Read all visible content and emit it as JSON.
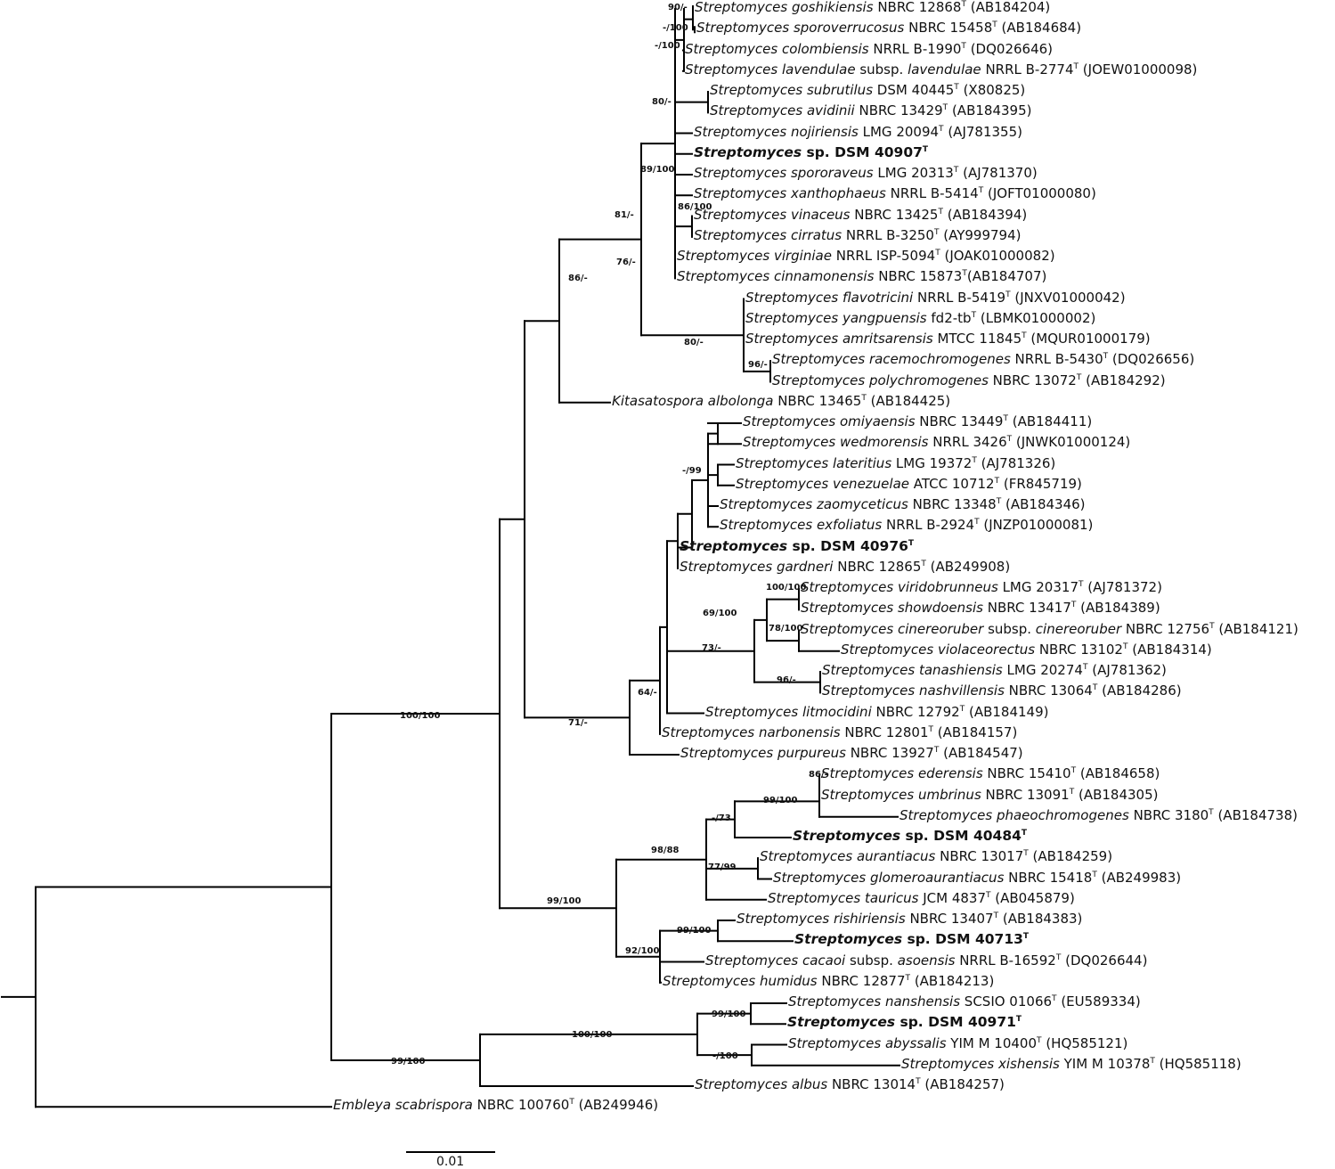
{
  "leaves": [
    {
      "genus": "Streptomyces",
      "epithet": "goshikiensis",
      "rest": "NBRC 12868",
      "acc": "(AB184204)"
    },
    {
      "genus": "Streptomyces",
      "epithet": "sporoverrucosus",
      "rest": "NBRC 15458",
      "acc": "(AB184684)"
    },
    {
      "genus": "Streptomyces",
      "epithet": "colombiensis",
      "rest": "NRRL B-1990",
      "acc": "(DQ026646)"
    },
    {
      "genus": "Streptomyces",
      "epithet": "lavendulae",
      "mid": "subsp.",
      "epithet2": "lavendulae",
      "rest": "NRRL B-2774",
      "acc": "(JOEW01000098)"
    },
    {
      "genus": "Streptomyces",
      "epithet": "subrutilus",
      "rest": "DSM 40445",
      "acc": "(X80825)"
    },
    {
      "genus": "Streptomyces",
      "epithet": "avidinii",
      "rest": "NBRC 13429",
      "acc": "(AB184395)"
    },
    {
      "genus": "Streptomyces",
      "epithet": "nojiriensis",
      "rest": "LMG 20094",
      "acc": "(AJ781355)"
    },
    {
      "genus": "Streptomyces",
      "epithet": "sp.",
      "rest": "DSM 40907",
      "acc": "",
      "bold": true
    },
    {
      "genus": "Streptomyces",
      "epithet": "spororaveus",
      "rest": "LMG 20313",
      "acc": "(AJ781370)"
    },
    {
      "genus": "Streptomyces",
      "epithet": "xanthophaeus",
      "rest": "NRRL B-5414",
      "acc": "(JOFT01000080)"
    },
    {
      "genus": "Streptomyces",
      "epithet": "vinaceus",
      "rest": "NBRC 13425",
      "acc": "(AB184394)"
    },
    {
      "genus": "Streptomyces",
      "epithet": "cirratus",
      "rest": "NRRL B-3250",
      "acc": "(AY999794)"
    },
    {
      "genus": "Streptomyces",
      "epithet": "virginiae",
      "rest": "NRRL ISP-5094",
      "acc": "(JOAK01000082)"
    },
    {
      "genus": "Streptomyces",
      "epithet": "cinnamonensis",
      "rest": "NBRC 15873",
      "acc": "(AB184707)",
      "nospace": true
    },
    {
      "genus": "Streptomyces",
      "epithet": "flavotricini",
      "rest": "NRRL B-5419",
      "acc": "(JNXV01000042)"
    },
    {
      "genus": "Streptomyces",
      "epithet": "yangpuensis",
      "rest": "fd2-tb",
      "acc": "(LBMK01000002)"
    },
    {
      "genus": "Streptomyces",
      "epithet": "amritsarensis",
      "rest": "MTCC 11845",
      "acc": "(MQUR01000179)"
    },
    {
      "genus": "Streptomyces",
      "epithet": "racemochromogenes",
      "rest": "NRRL B-5430",
      "acc": "(DQ026656)"
    },
    {
      "genus": "Streptomyces",
      "epithet": "polychromogenes",
      "rest": "NBRC 13072",
      "acc": "(AB184292)"
    },
    {
      "genus": "Kitasatospora",
      "epithet": "albolonga",
      "rest": "NBRC 13465",
      "acc": "(AB184425)"
    },
    {
      "genus": "Streptomyces",
      "epithet": "omiyaensis",
      "rest": "NBRC 13449",
      "acc": "(AB184411)"
    },
    {
      "genus": "Streptomyces",
      "epithet": "wedmorensis",
      "rest": "NRRL 3426",
      "acc": "(JNWK01000124)"
    },
    {
      "genus": "Streptomyces",
      "epithet": "lateritius",
      "rest": "LMG 19372",
      "acc": "(AJ781326)"
    },
    {
      "genus": "Streptomyces",
      "epithet": "venezuelae",
      "rest": "ATCC 10712",
      "acc": "(FR845719)"
    },
    {
      "genus": "Streptomyces",
      "epithet": "zaomyceticus",
      "rest": "NBRC 13348",
      "acc": "(AB184346)"
    },
    {
      "genus": "Streptomyces",
      "epithet": "exfoliatus",
      "rest": "NRRL B-2924",
      "acc": "(JNZP01000081)"
    },
    {
      "genus": "Streptomyces",
      "epithet": "sp.",
      "rest": "DSM 40976",
      "acc": "",
      "bold": true
    },
    {
      "genus": "Streptomyces",
      "epithet": "gardneri",
      "rest": "NBRC 12865",
      "acc": "(AB249908)"
    },
    {
      "genus": "Streptomyces",
      "epithet": "viridobrunneus",
      "rest": "LMG 20317",
      "acc": "(AJ781372)"
    },
    {
      "genus": "Streptomyces",
      "epithet": "showdoensis",
      "rest": "NBRC 13417",
      "acc": "(AB184389)"
    },
    {
      "genus": "Streptomyces",
      "epithet": "cinereoruber",
      "mid": "subsp.",
      "epithet2": "cinereoruber",
      "rest": " NBRC 12756",
      "acc": "(AB184121)"
    },
    {
      "genus": "Streptomyces",
      "epithet": "violaceorectus",
      "rest": "NBRC 13102",
      "acc": "(AB184314)"
    },
    {
      "genus": "Streptomyces",
      "epithet": "tanashiensis",
      "rest": "LMG 20274",
      "acc": "(AJ781362)"
    },
    {
      "genus": "Streptomyces",
      "epithet": "nashvillensis",
      "rest": "NBRC 13064",
      "acc": "(AB184286)"
    },
    {
      "genus": "Streptomyces",
      "epithet": "litmocidini",
      "rest": "NBRC 12792",
      "acc": "(AB184149)"
    },
    {
      "genus": "Streptomyces",
      "epithet": "narbonensis",
      "rest": "NBRC 12801",
      "acc": "(AB184157)"
    },
    {
      "genus": "Streptomyces",
      "epithet": "purpureus",
      "rest": "NBRC 13927",
      "acc": "(AB184547)"
    },
    {
      "genus": "Streptomyces",
      "epithet": "ederensis",
      "rest": "NBRC 15410",
      "acc": "(AB184658)"
    },
    {
      "genus": "Streptomyces",
      "epithet": "umbrinus",
      "rest": "NBRC 13091",
      "acc": "(AB184305)"
    },
    {
      "genus": "Streptomyces",
      "epithet": "phaeochromogenes",
      "rest": "NBRC 3180",
      "acc": "(AB184738)"
    },
    {
      "genus": "Streptomyces",
      "epithet": "sp.",
      "rest": "DSM 40484",
      "acc": "",
      "bold": true
    },
    {
      "genus": "Streptomyces",
      "epithet": "aurantiacus",
      "rest": "NBRC 13017",
      "acc": "(AB184259)"
    },
    {
      "genus": "Streptomyces",
      "epithet": "glomeroaurantiacus",
      "rest": "NBRC 15418",
      "acc": "(AB249983)"
    },
    {
      "genus": "Streptomyces",
      "epithet": "tauricus",
      "rest": "JCM 4837",
      "acc": "(AB045879)"
    },
    {
      "genus": "Streptomyces",
      "epithet": "rishiriensis",
      "rest": "NBRC 13407",
      "acc": "(AB184383)"
    },
    {
      "genus": "Streptomyces",
      "epithet": "sp.",
      "rest": "DSM 40713",
      "acc": "",
      "bold": true
    },
    {
      "genus": "Streptomyces",
      "epithet": "cacaoi",
      "mid": "subsp.",
      "epithet2": "asoensis",
      "rest": "NRRL B-16592",
      "acc": "(DQ026644)"
    },
    {
      "genus": "Streptomyces",
      "epithet": "humidus",
      "rest": "NBRC 12877",
      "acc": "(AB184213)"
    },
    {
      "genus": "Streptomyces",
      "epithet": "nanshensis",
      "rest": "SCSIO 01066",
      "acc": "(EU589334)"
    },
    {
      "genus": "Streptomyces",
      "epithet": "sp.",
      "rest": "DSM 40971",
      "acc": "",
      "bold": true
    },
    {
      "genus": "Streptomyces",
      "epithet": "abyssalis",
      "rest": "YIM M 10400",
      "acc": "(HQ585121)"
    },
    {
      "genus": "Streptomyces",
      "epithet": "xishensis",
      "rest": "YIM M 10378",
      "acc": "(HQ585118)"
    },
    {
      "genus": "Streptomyces",
      "epithet": "albus",
      "rest": "NBRC 13014",
      "acc": "(AB184257)"
    },
    {
      "genus": "Embleya",
      "epithet": "scabrispora",
      "rest": "NBRC 100760",
      "acc": "(AB249946)"
    }
  ],
  "type_strain_mark": "T",
  "supports": [
    "90/-",
    "-/100",
    "-/100",
    "80/-",
    "89/100",
    "86/100",
    "81/-",
    "76/-",
    "86/-",
    "80/-",
    "96/-",
    "-/99",
    "100/100",
    "69/100",
    "78/100",
    "73/-",
    "96/-",
    "64/-",
    "71/-",
    "100/100",
    "86/-",
    "99/100",
    "-/73",
    "98/88",
    "77/99",
    "99/100",
    "99/100",
    "92/100",
    "99/100",
    "-/100",
    "100/100",
    "99/100"
  ],
  "scale_bar": {
    "label": "0.01"
  }
}
